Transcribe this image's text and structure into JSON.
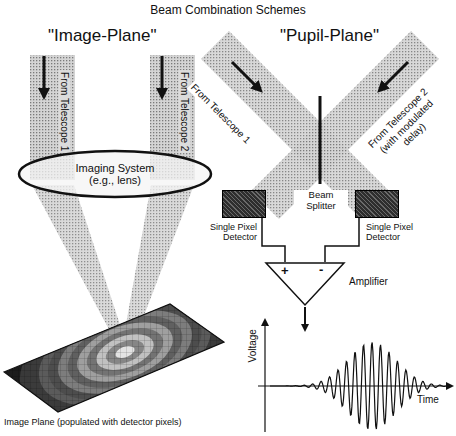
{
  "diagram": {
    "title": "Beam Combination Schemes",
    "nodes": [
      {
        "text": [
          "Imaging System (e.g., lens)"
        ]
      },
      {
        "text": [
          "Image Plane (populated with detector pixels)"
        ]
      },
      {
        "text": [
          "Single Pixel Detector"
        ]
      },
      {
        "text": [
          "Single Pixel Detector"
        ]
      },
      {
        "text": [
          "Amplifier",
          "+",
          "-"
        ]
      }
    ],
    "edges": [
      {
        "from": 2,
        "to": 4,
        "arrow": "none"
      },
      {
        "from": 3,
        "to": 4,
        "arrow": "none"
      }
    ],
    "labels": [
      "\"Image-Plane\"",
      "\"Pupil-Plane\"",
      "From Telescope 1",
      "From Telescope 2",
      "From Telescope 1",
      "From Telescope 2 (with modulated delay)",
      "Beam Splitter",
      "Voltage",
      "Time"
    ]
  }
}
